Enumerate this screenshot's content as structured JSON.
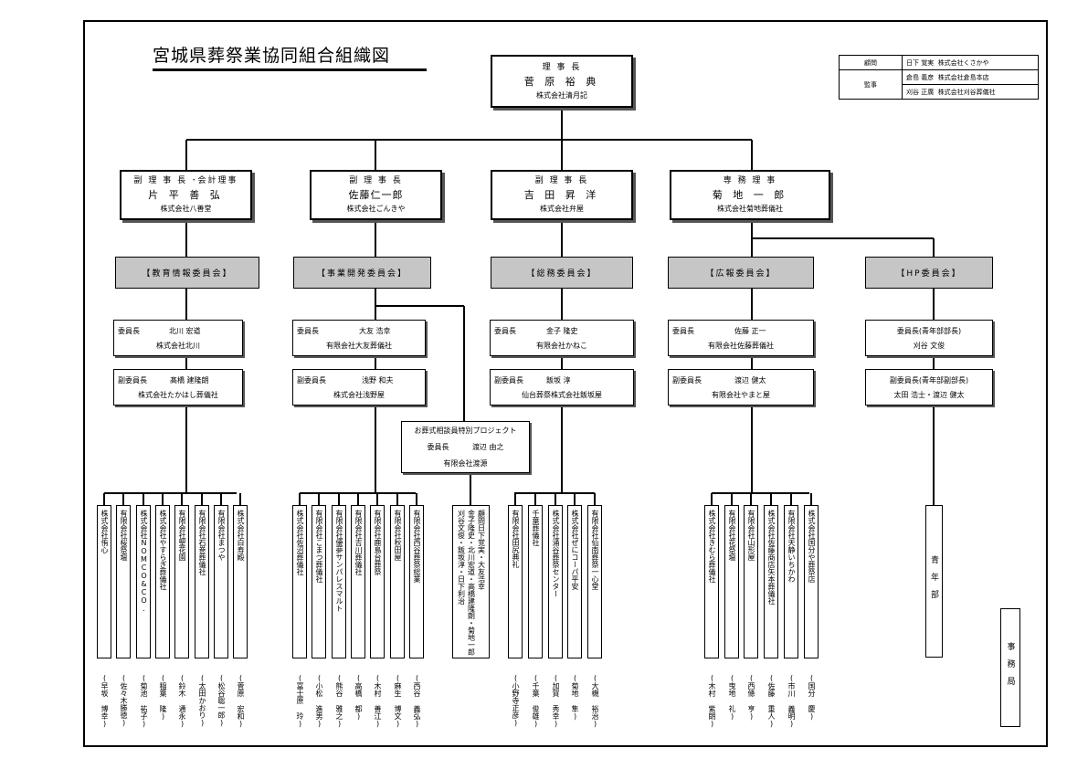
{
  "title": "宮城県葬祭業協同組合組織図",
  "chairman": {
    "role": "理 事 長",
    "name": "菅 原 裕 典",
    "company": "株式会社清月記"
  },
  "auditors": {
    "advisor_label": "顧問",
    "advisor_name": "日下 覚実",
    "advisor_company": "株式会社くさかや",
    "auditor_label": "監事",
    "auditor1_name": "倉島 義彦",
    "auditor1_company": "株式会社倉島本店",
    "auditor2_name": "刈谷 正廣",
    "auditor2_company": "株式会社刈谷葬儀社"
  },
  "vice": [
    {
      "role": "副 理 事 長 ･会計理事",
      "name": "片 平 善 弘",
      "company": "株式会社八善堂"
    },
    {
      "role": "副 理 事 長",
      "name": "佐藤仁一郎",
      "company": "株式会社ごんきや"
    },
    {
      "role": "副 理 事 長",
      "name": "吉 田 昇 洋",
      "company": "株式会社弁屋"
    },
    {
      "role": "専 務 理 事",
      "name": "菊 地 一 郎",
      "company": "株式会社菊地葬儀社"
    }
  ],
  "committees": [
    "【教育情報委員会】",
    "【事業開発委員会】",
    "【総務委員会】",
    "【広報委員会】",
    "【HP委員会】"
  ],
  "chairs": [
    {
      "role": "委員長",
      "name": "北川 宏道",
      "company": "株式会社北川"
    },
    {
      "role": "委員長",
      "name": "大友 浩幸",
      "company": "有限会社大友葬儀社"
    },
    {
      "role": "委員長",
      "name": "金子 隆史",
      "company": "有限会社かねこ"
    },
    {
      "role": "委員長",
      "name": "佐藤 正一",
      "company": "有限会社佐藤葬儀社"
    },
    {
      "role": "委員長(青年部部長)",
      "name": "刈谷 文俊"
    }
  ],
  "vicechairs": [
    {
      "role": "副委員長",
      "name": "髙橋 建隆朗",
      "company": "株式会社たかはし葬儀社"
    },
    {
      "role": "副委員長",
      "name": "浅野 和夫",
      "company": "株式会社浅野屋"
    },
    {
      "role": "副委員長",
      "name": "飯坂 淳",
      "company": "仙台葬祭株式会社飯坂屋"
    },
    {
      "role": "副委員長",
      "name": "渡辺 健太",
      "company": "有限会社やまと屋"
    },
    {
      "role": "副委員長(青年部副部長)",
      "name": "太田 浩士・渡辺 健太"
    }
  ],
  "project": {
    "title": "お葬式相談員特別プロジェクト",
    "role": "委員長",
    "name": "渡辺 由之",
    "company": "有限会社渡源"
  },
  "groups": [
    {
      "companies": [
        "株式会社侑心",
        "有限会社桜祭壇",
        "株式会社NOMCO&CO.",
        "株式会社やすらぎ葬儀社",
        "有限会社聖花園",
        "有限会社石巻葬儀社",
        "有限会社まつや",
        "株式会社白寿殿"
      ],
      "persons": [
        "(早坂 博幸)",
        "(佐々木勝徳)",
        "(菊池 祐子)",
        "(稲葉 隆)",
        "(鈴木 通永)",
        "(太田かおり)",
        "(松谷聡一郎)",
        "(菅原 宏和)"
      ]
    },
    {
      "companies": [
        "株式会社佐沼葬儀社",
        "有限会社こまつ葬儀社",
        "有限会社優夢サンパレスマルト",
        "有限会社吉川葬儀社",
        "有限会社鹿島台葬祭",
        "有限会社秋田屋",
        "有限会社西谷葬祭総業"
      ],
      "persons": [
        "(冨士原 玲)",
        "(小松 進男)",
        "(熊谷 雅之)",
        "(高橋 都)",
        "(木村 善江)",
        "(麻生 博文)",
        "(西谷 義弘)"
      ]
    },
    {
      "companies": [
        "有限会社田尻典礼",
        "千葉葬儀社",
        "株式会社涌谷葬祭センター",
        "株式会社ぜにコーパ平安",
        "有限会社仙南葬祭一心堂"
      ],
      "persons": [
        "(小野寺正彦)",
        "(千葉 俊雄)",
        "(加賀 秀幸)",
        "(菊地 隼)",
        "(大槻 裕治)"
      ]
    },
    {
      "companies": [
        "株式会社きむら葬儀社",
        "有限会社花祭壇",
        "有限会社山形屋",
        "株式会社佐藤商店矢本葬儀社",
        "有限会社天静いちかわ",
        "株式会社国分や葬祭店"
      ],
      "persons": [
        "(木村 紫朗)",
        "(曳地 礼)",
        "(西條 亨)",
        "(佐藤 重人)",
        "(市川 義明)",
        "(国分 慶)"
      ]
    }
  ],
  "project_members": [
    "顧問日下覚実・大友浩幸",
    "金子隆史・北川宏道・高橋建隆朗・菊地一郎",
    "刈谷文俊・飯坂淳・日下利治"
  ],
  "youth": "青年部",
  "office": "事務局"
}
